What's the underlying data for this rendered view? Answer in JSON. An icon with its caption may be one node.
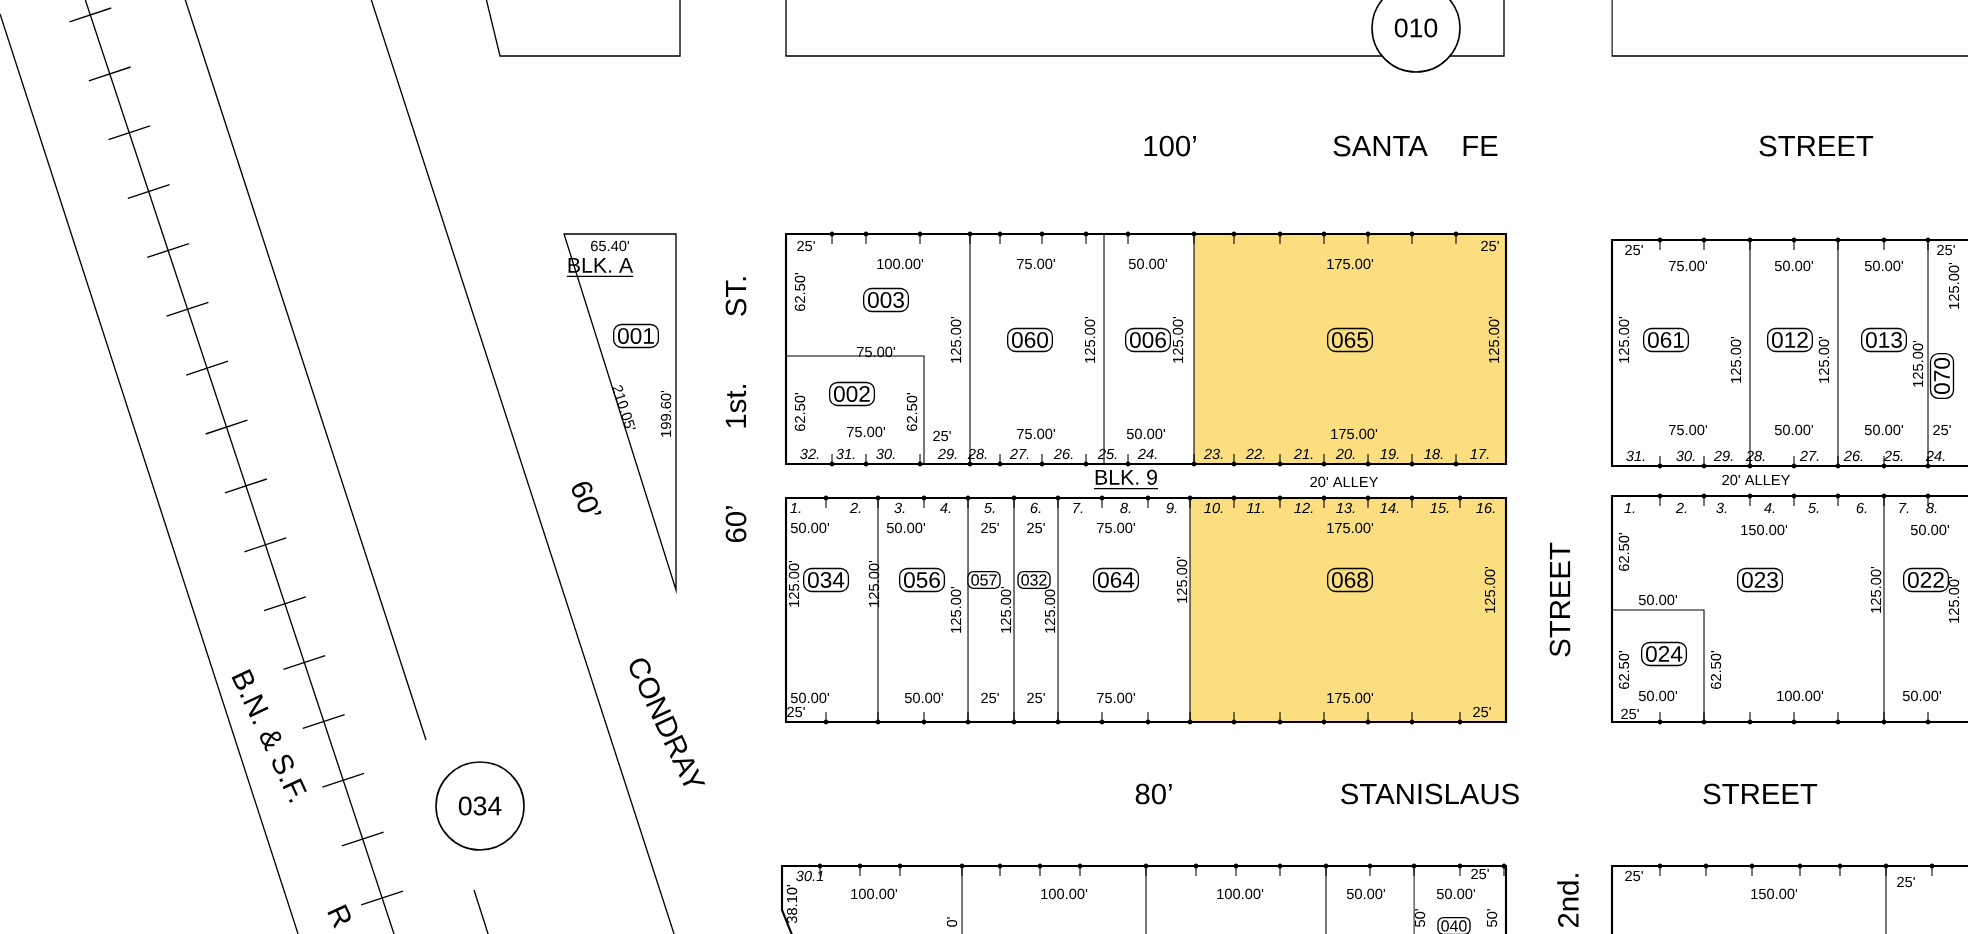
{
  "diagram": {
    "nodes": [
      {
        "text": [
          "010"
        ]
      },
      {
        "text": [
          "001"
        ]
      },
      {
        "text": [
          "003"
        ]
      },
      {
        "text": [
          "060"
        ]
      },
      {
        "text": [
          "006"
        ]
      },
      {
        "text": [
          "065"
        ]
      },
      {
        "text": [
          "002"
        ]
      },
      {
        "text": [
          "061"
        ]
      },
      {
        "text": [
          "012"
        ]
      },
      {
        "text": [
          "013"
        ]
      },
      {
        "text": [
          "070"
        ]
      },
      {
        "text": [
          "034"
        ]
      },
      {
        "text": [
          "056"
        ]
      },
      {
        "text": [
          "057"
        ]
      },
      {
        "text": [
          "032"
        ]
      },
      {
        "text": [
          "064"
        ]
      },
      {
        "text": [
          "068"
        ]
      },
      {
        "text": [
          "023"
        ]
      },
      {
        "text": [
          "022"
        ]
      },
      {
        "text": [
          "024"
        ]
      },
      {
        "text": [
          "034"
        ]
      },
      {
        "text": [
          "040"
        ]
      }
    ],
    "labels": [
      "100’",
      "SANTA",
      "FE",
      "STREET",
      "65.40'",
      "BLK. A",
      "210.05'",
      "199.60'",
      "ST.",
      "1st.",
      "60’",
      "60’",
      "25'",
      "100.00'",
      "75.00'",
      "50.00'",
      "175.00'",
      "25'",
      "62.50'",
      "75.00'",
      "125.00'",
      "125.00'",
      "125.00'",
      "125.00'",
      "62.50'",
      "62.50'",
      "75.00'",
      "25'",
      "75.00'",
      "50.00'",
      "175.00'",
      "32.",
      "31.",
      "30.",
      "29.",
      "28.",
      "27.",
      "26.",
      "25.",
      "24.",
      "23.",
      "22.",
      "21.",
      "20.",
      "19.",
      "18.",
      "17.",
      "25'",
      "75.00'",
      "50.00'",
      "50.00'",
      "25'",
      "125.00'",
      "125.00'",
      "125.00'",
      "125.00'",
      "125.00'",
      "75.00'",
      "50.00'",
      "50.00'",
      "25'",
      "31.",
      "30.",
      "29.",
      "28.",
      "27.",
      "26.",
      "25.",
      "24.",
      "BLK. 9",
      "20' ALLEY",
      "20' ALLEY",
      "1.",
      "2.",
      "3.",
      "4.",
      "5.",
      "6.",
      "7.",
      "8.",
      "9.",
      "10.",
      "11.",
      "12.",
      "13.",
      "14.",
      "15.",
      "16.",
      "50.00'",
      "50.00'",
      "25'",
      "25'",
      "75.00'",
      "175.00'",
      "125.00'",
      "125.00'",
      "125.00'",
      "125.00'",
      "125.00'",
      "125.00'",
      "125.00'",
      "50.00'",
      "25'",
      "50.00'",
      "25'",
      "25'",
      "75.00'",
      "175.00'",
      "25'",
      "1.",
      "2.",
      "3.",
      "4.",
      "5.",
      "6.",
      "7.",
      "8.",
      "150.00'",
      "50.00'",
      "62.50'",
      "50.00'",
      "125.00'",
      "125.00'",
      "62.50'",
      "62.50'",
      "50.00'",
      "100.00'",
      "50.00'",
      "25'",
      "STREET",
      "B.N. & S.F.",
      "CONDRAY",
      "80’",
      "STANISLAUS",
      "STREET",
      "2nd.",
      "R",
      "30.1",
      "38.10'",
      "100.00'",
      "0'",
      "100.00'",
      "100.00'",
      "50.00'",
      "25'",
      "50.00'",
      "50'",
      "50'",
      "25'",
      "150.00'",
      "25'"
    ]
  }
}
